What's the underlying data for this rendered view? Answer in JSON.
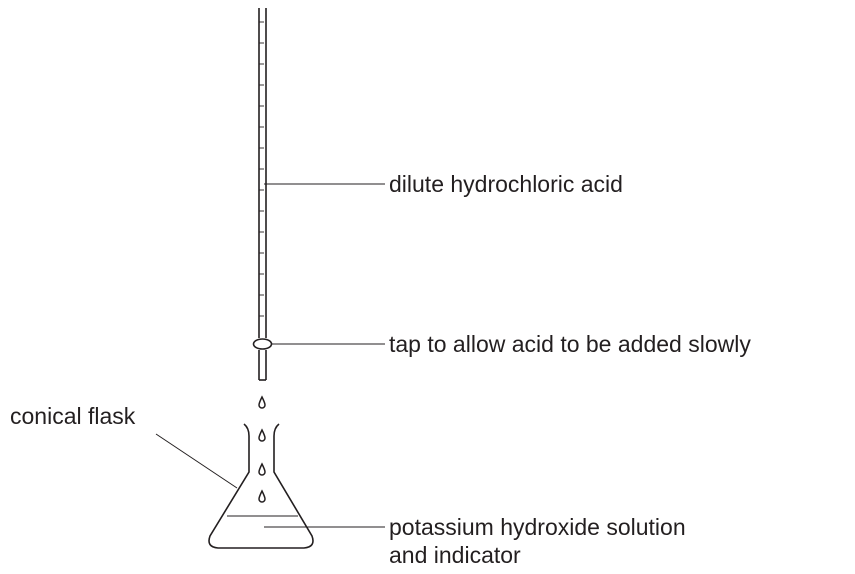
{
  "diagram": {
    "labels": {
      "acid": "dilute hydrochloric acid",
      "tap": "tap to allow acid to be added slowly",
      "flask": "conical flask",
      "solution_line1": "potassium hydroxide solution",
      "solution_line2": "and indicator"
    },
    "components": [
      "burette",
      "tap",
      "acid-drops",
      "conical-flask",
      "solution"
    ]
  }
}
